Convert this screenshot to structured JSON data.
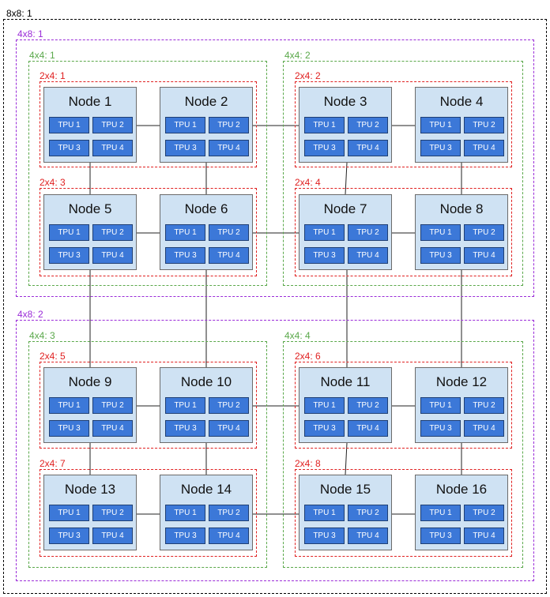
{
  "colors": {
    "node_fill": "#cfe2f3",
    "tpu_fill": "#3c78d8",
    "label_8x8": "#000000",
    "label_4x8": "#9a2bd8",
    "label_4x4": "#5aa84a",
    "label_2x4": "#e02020"
  },
  "groups": {
    "g8x8": "8x8: 1",
    "g4x8": [
      "4x8: 1",
      "4x8: 2"
    ],
    "g4x4": [
      "4x4: 1",
      "4x4: 2",
      "4x4: 3",
      "4x4: 4"
    ],
    "g2x4": [
      "2x4: 1",
      "2x4: 2",
      "2x4: 3",
      "2x4: 4",
      "2x4: 5",
      "2x4: 6",
      "2x4: 7",
      "2x4: 8"
    ]
  },
  "nodes": [
    {
      "title": "Node 1",
      "tpus": [
        "TPU 1",
        "TPU 2",
        "TPU 3",
        "TPU 4"
      ]
    },
    {
      "title": "Node 2",
      "tpus": [
        "TPU 1",
        "TPU 2",
        "TPU 3",
        "TPU 4"
      ]
    },
    {
      "title": "Node 3",
      "tpus": [
        "TPU 1",
        "TPU 2",
        "TPU 3",
        "TPU 4"
      ]
    },
    {
      "title": "Node 4",
      "tpus": [
        "TPU 1",
        "TPU 2",
        "TPU 3",
        "TPU 4"
      ]
    },
    {
      "title": "Node 5",
      "tpus": [
        "TPU 1",
        "TPU 2",
        "TPU 3",
        "TPU 4"
      ]
    },
    {
      "title": "Node 6",
      "tpus": [
        "TPU 1",
        "TPU 2",
        "TPU 3",
        "TPU 4"
      ]
    },
    {
      "title": "Node 7",
      "tpus": [
        "TPU 1",
        "TPU 2",
        "TPU 3",
        "TPU 4"
      ]
    },
    {
      "title": "Node 8",
      "tpus": [
        "TPU 1",
        "TPU 2",
        "TPU 3",
        "TPU 4"
      ]
    },
    {
      "title": "Node 9",
      "tpus": [
        "TPU 1",
        "TPU 2",
        "TPU 3",
        "TPU 4"
      ]
    },
    {
      "title": "Node 10",
      "tpus": [
        "TPU 1",
        "TPU 2",
        "TPU 3",
        "TPU 4"
      ]
    },
    {
      "title": "Node 11",
      "tpus": [
        "TPU 1",
        "TPU 2",
        "TPU 3",
        "TPU 4"
      ]
    },
    {
      "title": "Node 12",
      "tpus": [
        "TPU 1",
        "TPU 2",
        "TPU 3",
        "TPU 4"
      ]
    },
    {
      "title": "Node 13",
      "tpus": [
        "TPU 1",
        "TPU 2",
        "TPU 3",
        "TPU 4"
      ]
    },
    {
      "title": "Node 14",
      "tpus": [
        "TPU 1",
        "TPU 2",
        "TPU 3",
        "TPU 4"
      ]
    },
    {
      "title": "Node 15",
      "tpus": [
        "TPU 1",
        "TPU 2",
        "TPU 3",
        "TPU 4"
      ]
    },
    {
      "title": "Node 16",
      "tpus": [
        "TPU 1",
        "TPU 2",
        "TPU 3",
        "TPU 4"
      ]
    }
  ]
}
